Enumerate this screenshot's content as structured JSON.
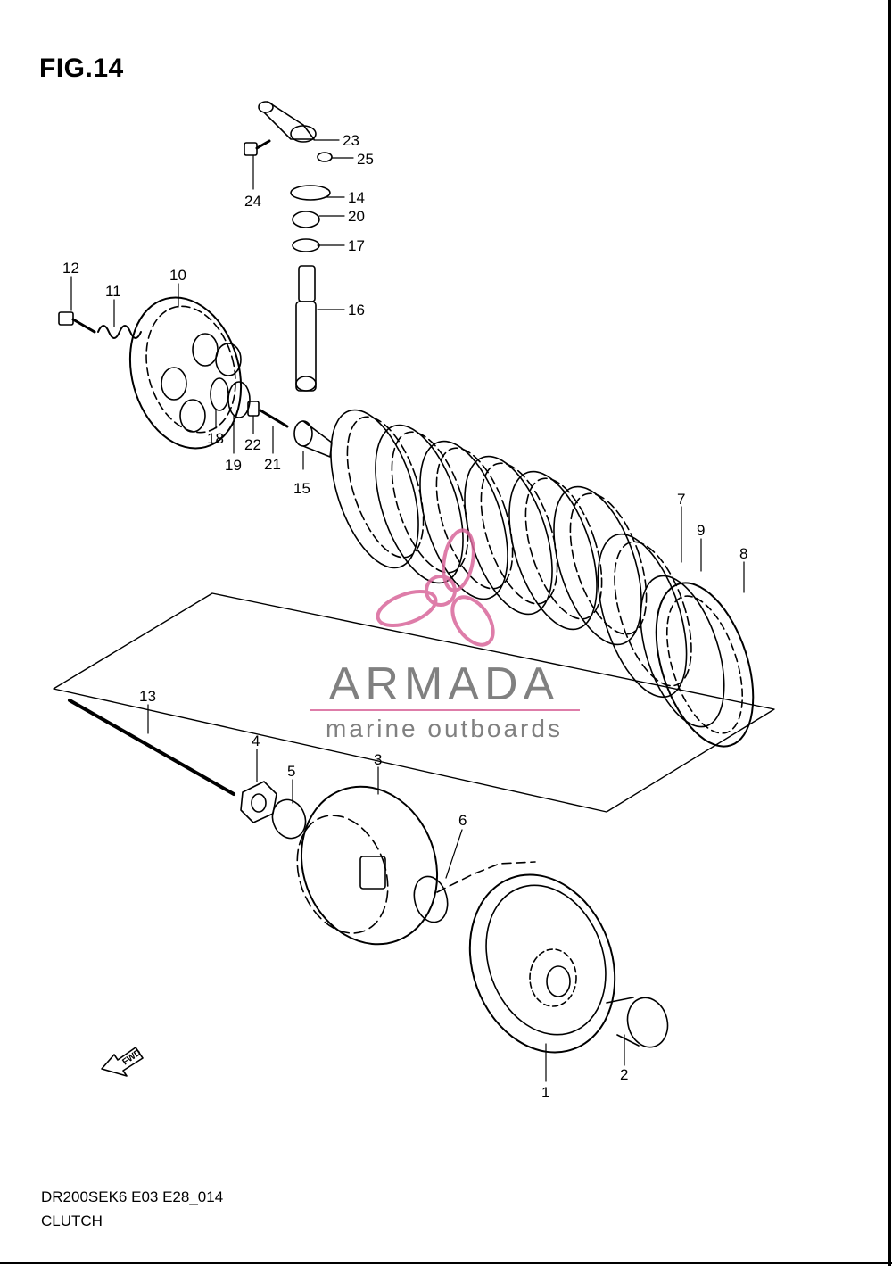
{
  "figure": {
    "title": "FIG.14",
    "model_code": "DR200SEK6 E03 E28_014",
    "name": "CLUTCH"
  },
  "fwd_label": "FWD",
  "watermark": {
    "brand": "ARMADA",
    "tagline": "marine outboards",
    "color": "#d9679b"
  },
  "callouts": [
    {
      "id": "1",
      "label": "1"
    },
    {
      "id": "2",
      "label": "2"
    },
    {
      "id": "3",
      "label": "3"
    },
    {
      "id": "4",
      "label": "4"
    },
    {
      "id": "5",
      "label": "5"
    },
    {
      "id": "6",
      "label": "6"
    },
    {
      "id": "7",
      "label": "7"
    },
    {
      "id": "8",
      "label": "8"
    },
    {
      "id": "9",
      "label": "9"
    },
    {
      "id": "10",
      "label": "10"
    },
    {
      "id": "11",
      "label": "11"
    },
    {
      "id": "12",
      "label": "12"
    },
    {
      "id": "13",
      "label": "13"
    },
    {
      "id": "14",
      "label": "14"
    },
    {
      "id": "15",
      "label": "15"
    },
    {
      "id": "16",
      "label": "16"
    },
    {
      "id": "17",
      "label": "17"
    },
    {
      "id": "18",
      "label": "18"
    },
    {
      "id": "19",
      "label": "19"
    },
    {
      "id": "20",
      "label": "20"
    },
    {
      "id": "21",
      "label": "21"
    },
    {
      "id": "22",
      "label": "22"
    },
    {
      "id": "23",
      "label": "23"
    },
    {
      "id": "24",
      "label": "24"
    },
    {
      "id": "25",
      "label": "25"
    }
  ]
}
